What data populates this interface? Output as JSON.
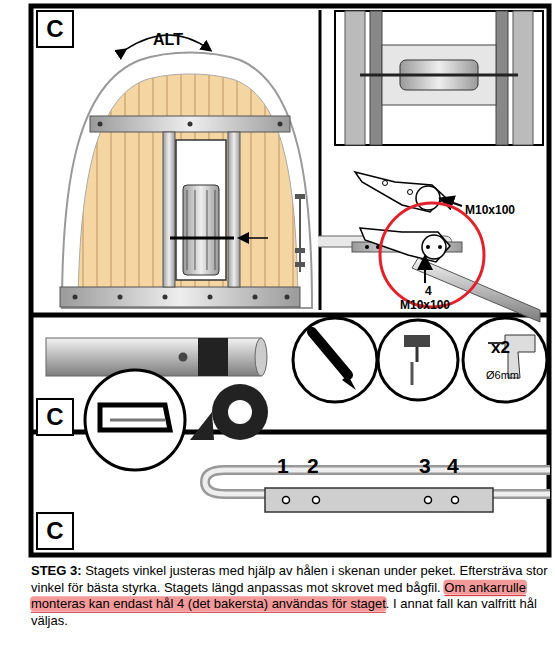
{
  "diagram": {
    "caption": "STEG 3: Stagets vinkel justeras med hjälp av hålen i skenan under peket. Eftersträva stor vinkel för bästa styrka. Stagets längd anpassas mot skrovet med bågfil. Om ankarrulle monteras kan endast hål 4 (det bakersta) användas för staget. I annat fall kan valfritt hål väljas.",
    "nodes": [
      {
        "text": [
          "C"
        ]
      },
      {
        "text": [
          "C"
        ]
      },
      {
        "text": [
          "C"
        ]
      }
    ],
    "labels": [
      "ALT",
      "M10x100",
      "4",
      "M10x100",
      "x2",
      "Ø6mm",
      "1",
      "2",
      "3",
      "4"
    ]
  }
}
